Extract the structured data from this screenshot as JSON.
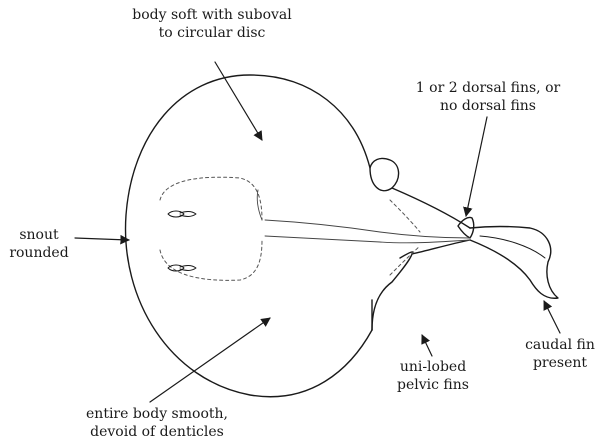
{
  "labels": {
    "body_disc": "body soft with suboval\nto circular disc",
    "dorsal_fins": "1 or 2 dorsal fins, or\nno dorsal fins",
    "snout": "snout\nrounded",
    "caudal_fin": "caudal fin\npresent",
    "pelvic_fins": "uni-lobed\npelvic fins",
    "body_smooth": "entire body smooth,\ndevoid of denticles"
  },
  "colors": {
    "ink": "#1a1a1a",
    "background": "#ffffff"
  }
}
